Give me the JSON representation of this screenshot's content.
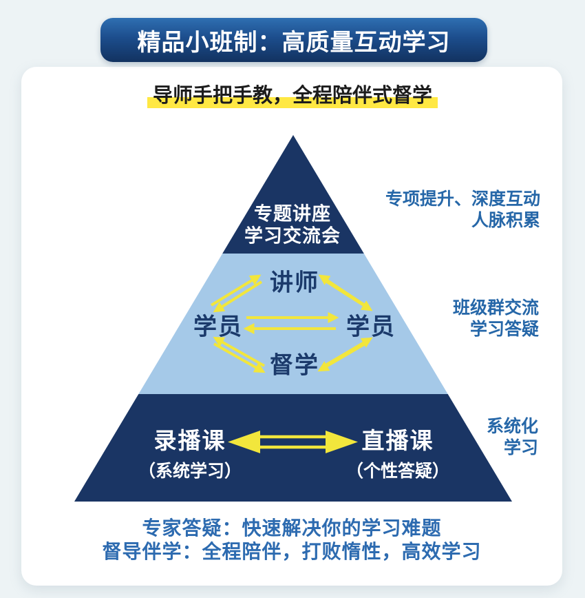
{
  "banner": {
    "title": "精品小班制：高质量互动学习"
  },
  "card": {
    "subtitle": "导师手把手教，全程陪伴式督学",
    "pyramid": {
      "tier_top": {
        "label_line1": "专题讲座",
        "label_line2": "学习交流会"
      },
      "tier_middle": {
        "teacher": "讲师",
        "student_left": "学员",
        "student_right": "学员",
        "supervisor": "督学"
      },
      "tier_bottom": {
        "left_title": "录播课",
        "left_subtitle": "（系统学习）",
        "right_title": "直播课",
        "right_subtitle": "（个性答疑）"
      },
      "annotations": {
        "top": {
          "line1": "专项提升、深度互动",
          "line2": "人脉积累"
        },
        "middle": {
          "line1": "班级群交流",
          "line2": "学习答疑"
        },
        "bottom": {
          "line1": "系统化",
          "line2": "学习"
        }
      }
    },
    "footer": {
      "line1": "专家答疑：快速解决你的学习难题",
      "line2": "督导伴学：全程陪伴，打败惰性，高效学习"
    }
  },
  "colors": {
    "navy_tier": "#1a3564",
    "light_blue_tier": "#a5c9e8",
    "arrow_yellow": "#f2e63c",
    "highlight_yellow": "#ffe843",
    "annotation_blue": "#2667a8",
    "footer_blue": "#2d6bb0",
    "banner_gradient_top": "#2f6fb2",
    "banner_gradient_bottom": "#123260",
    "page_background": "#edf3f5"
  }
}
